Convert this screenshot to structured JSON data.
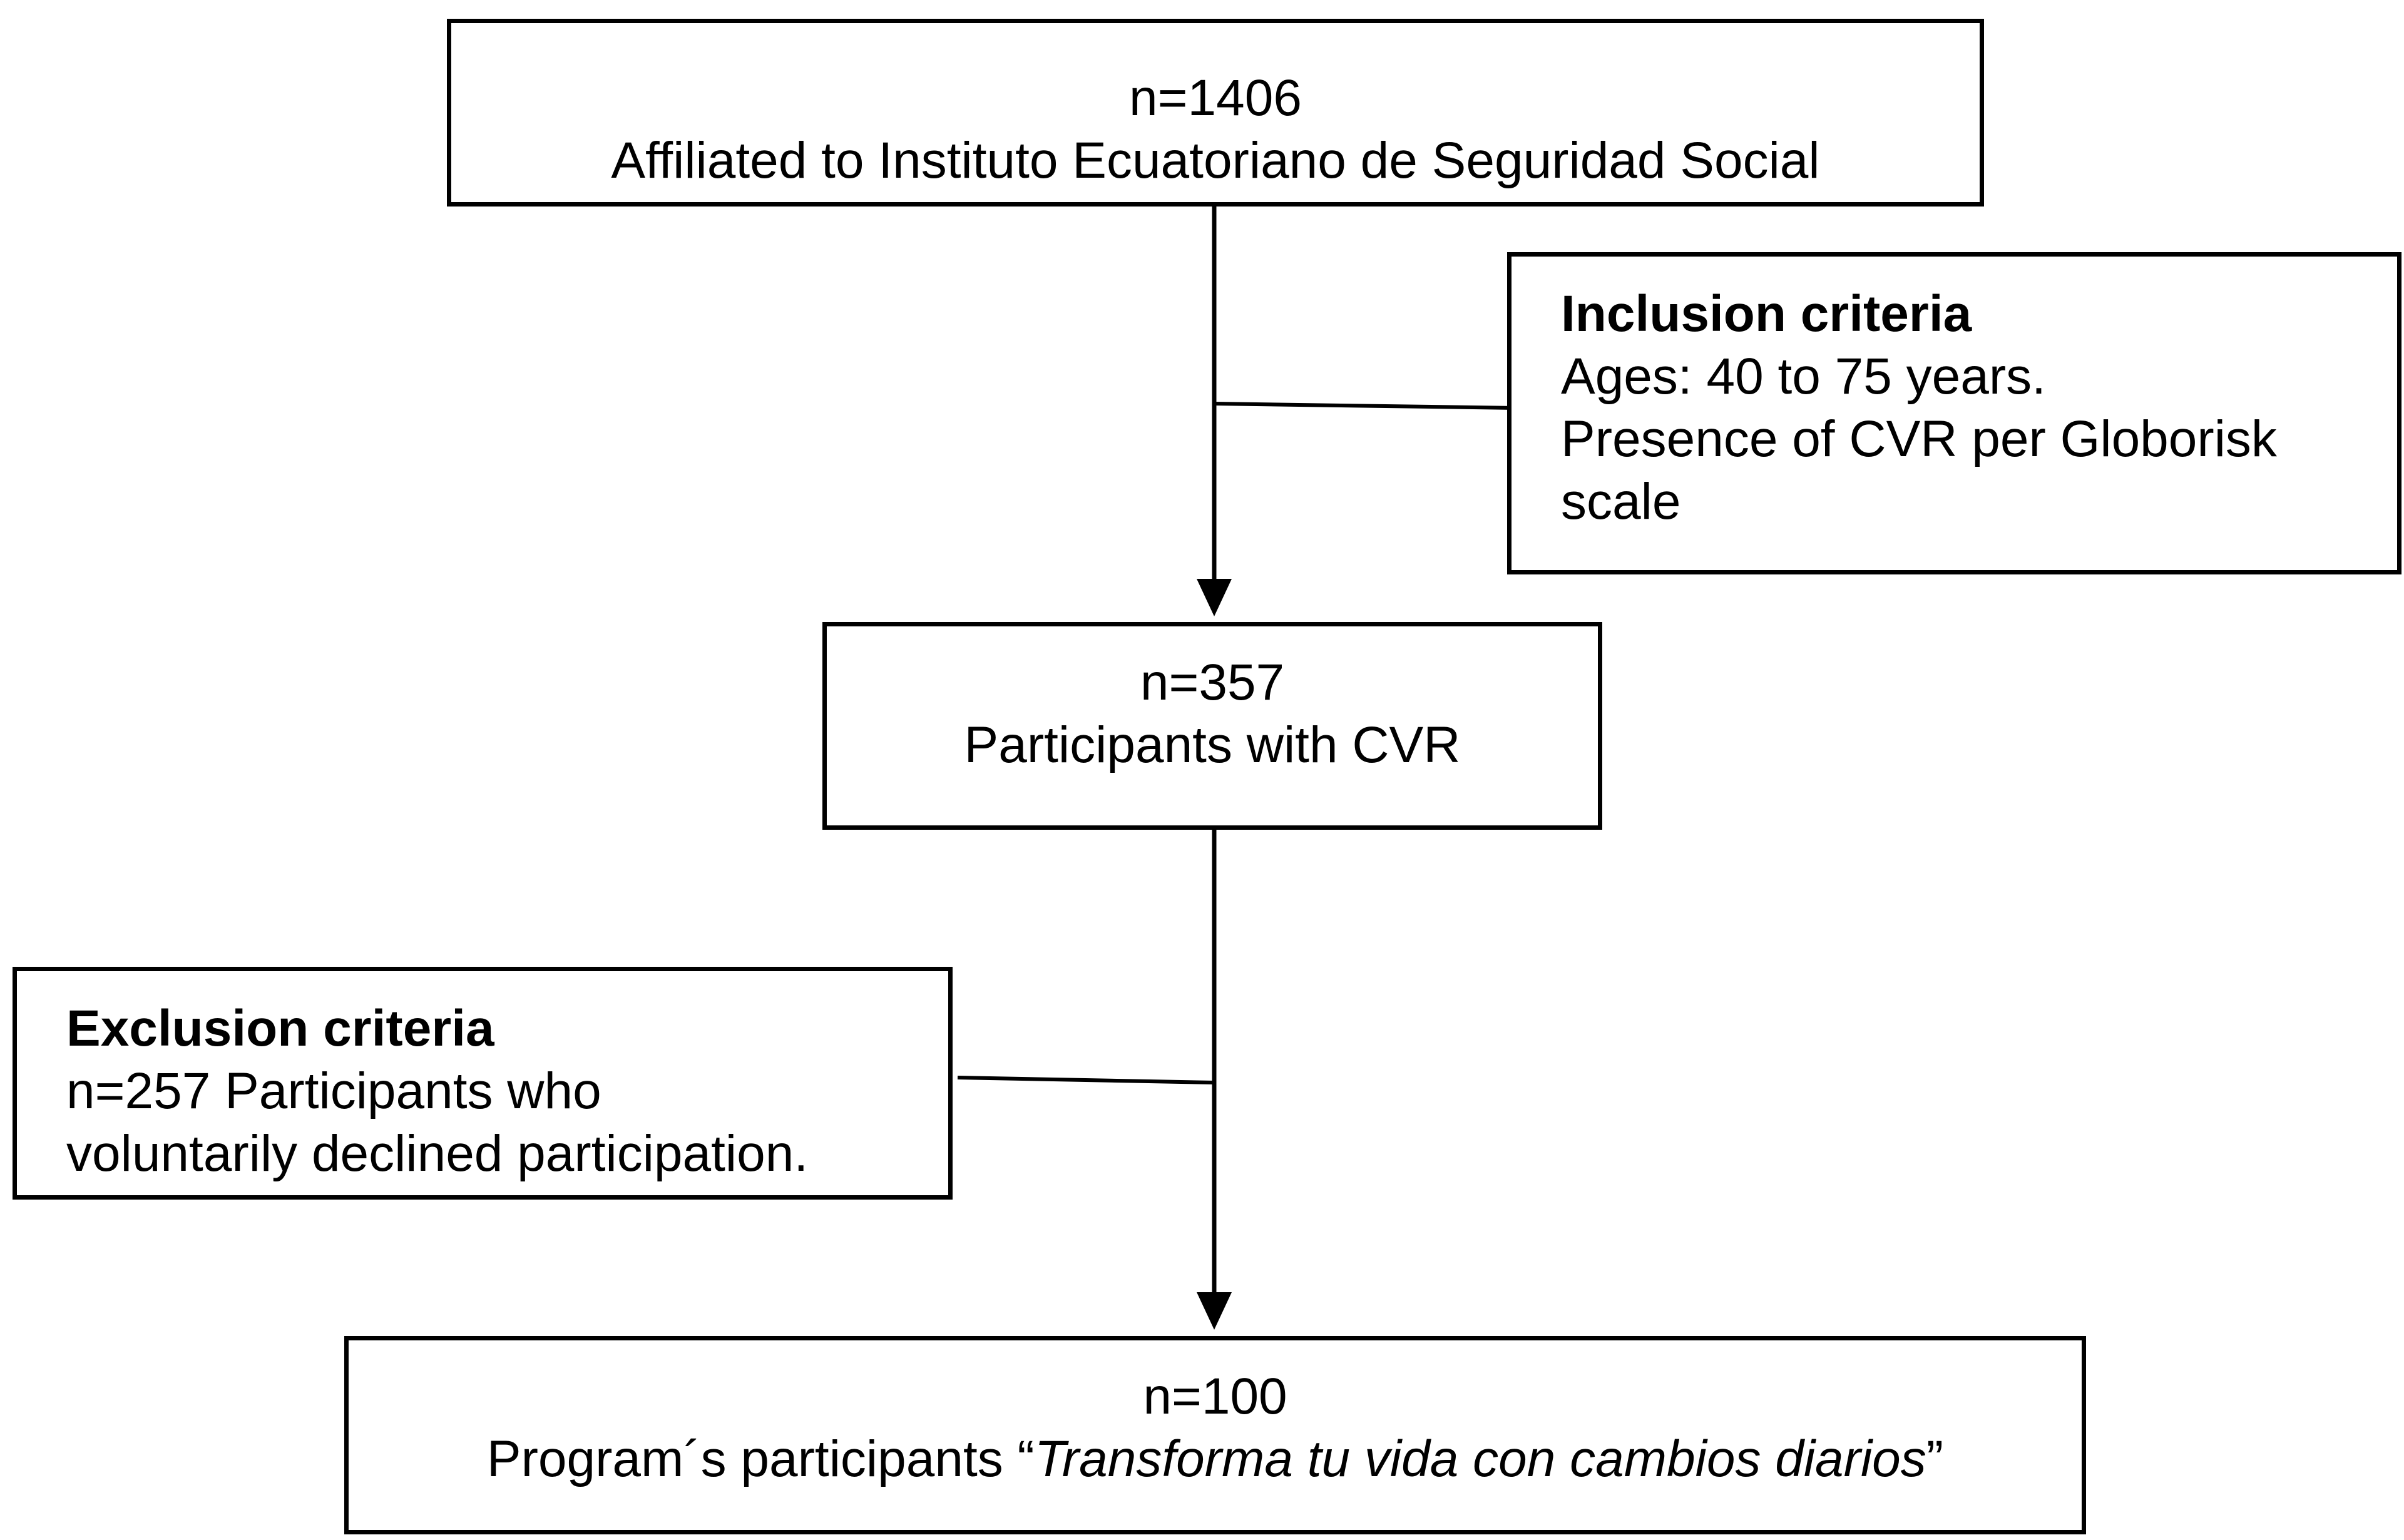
{
  "total": {
    "count": "n=1406",
    "description": "Affiliated to Instituto Ecuatoriano de Seguridad Social"
  },
  "inclusion": {
    "heading": "Inclusion criteria",
    "lines": [
      "Ages: 40 to 75 years.",
      "Presence of CVR per Globorisk",
      "scale"
    ]
  },
  "cvr": {
    "count": "n=357",
    "description": "Participants with CVR"
  },
  "exclusion": {
    "heading": "Exclusion criteria",
    "lines": [
      "n=257 Participants who",
      "voluntarily declined participation."
    ]
  },
  "program": {
    "count": "n=100",
    "prefix": "Program´s participants “",
    "title": "Transforma tu vida con cambios diarios",
    "suffix": "”"
  }
}
